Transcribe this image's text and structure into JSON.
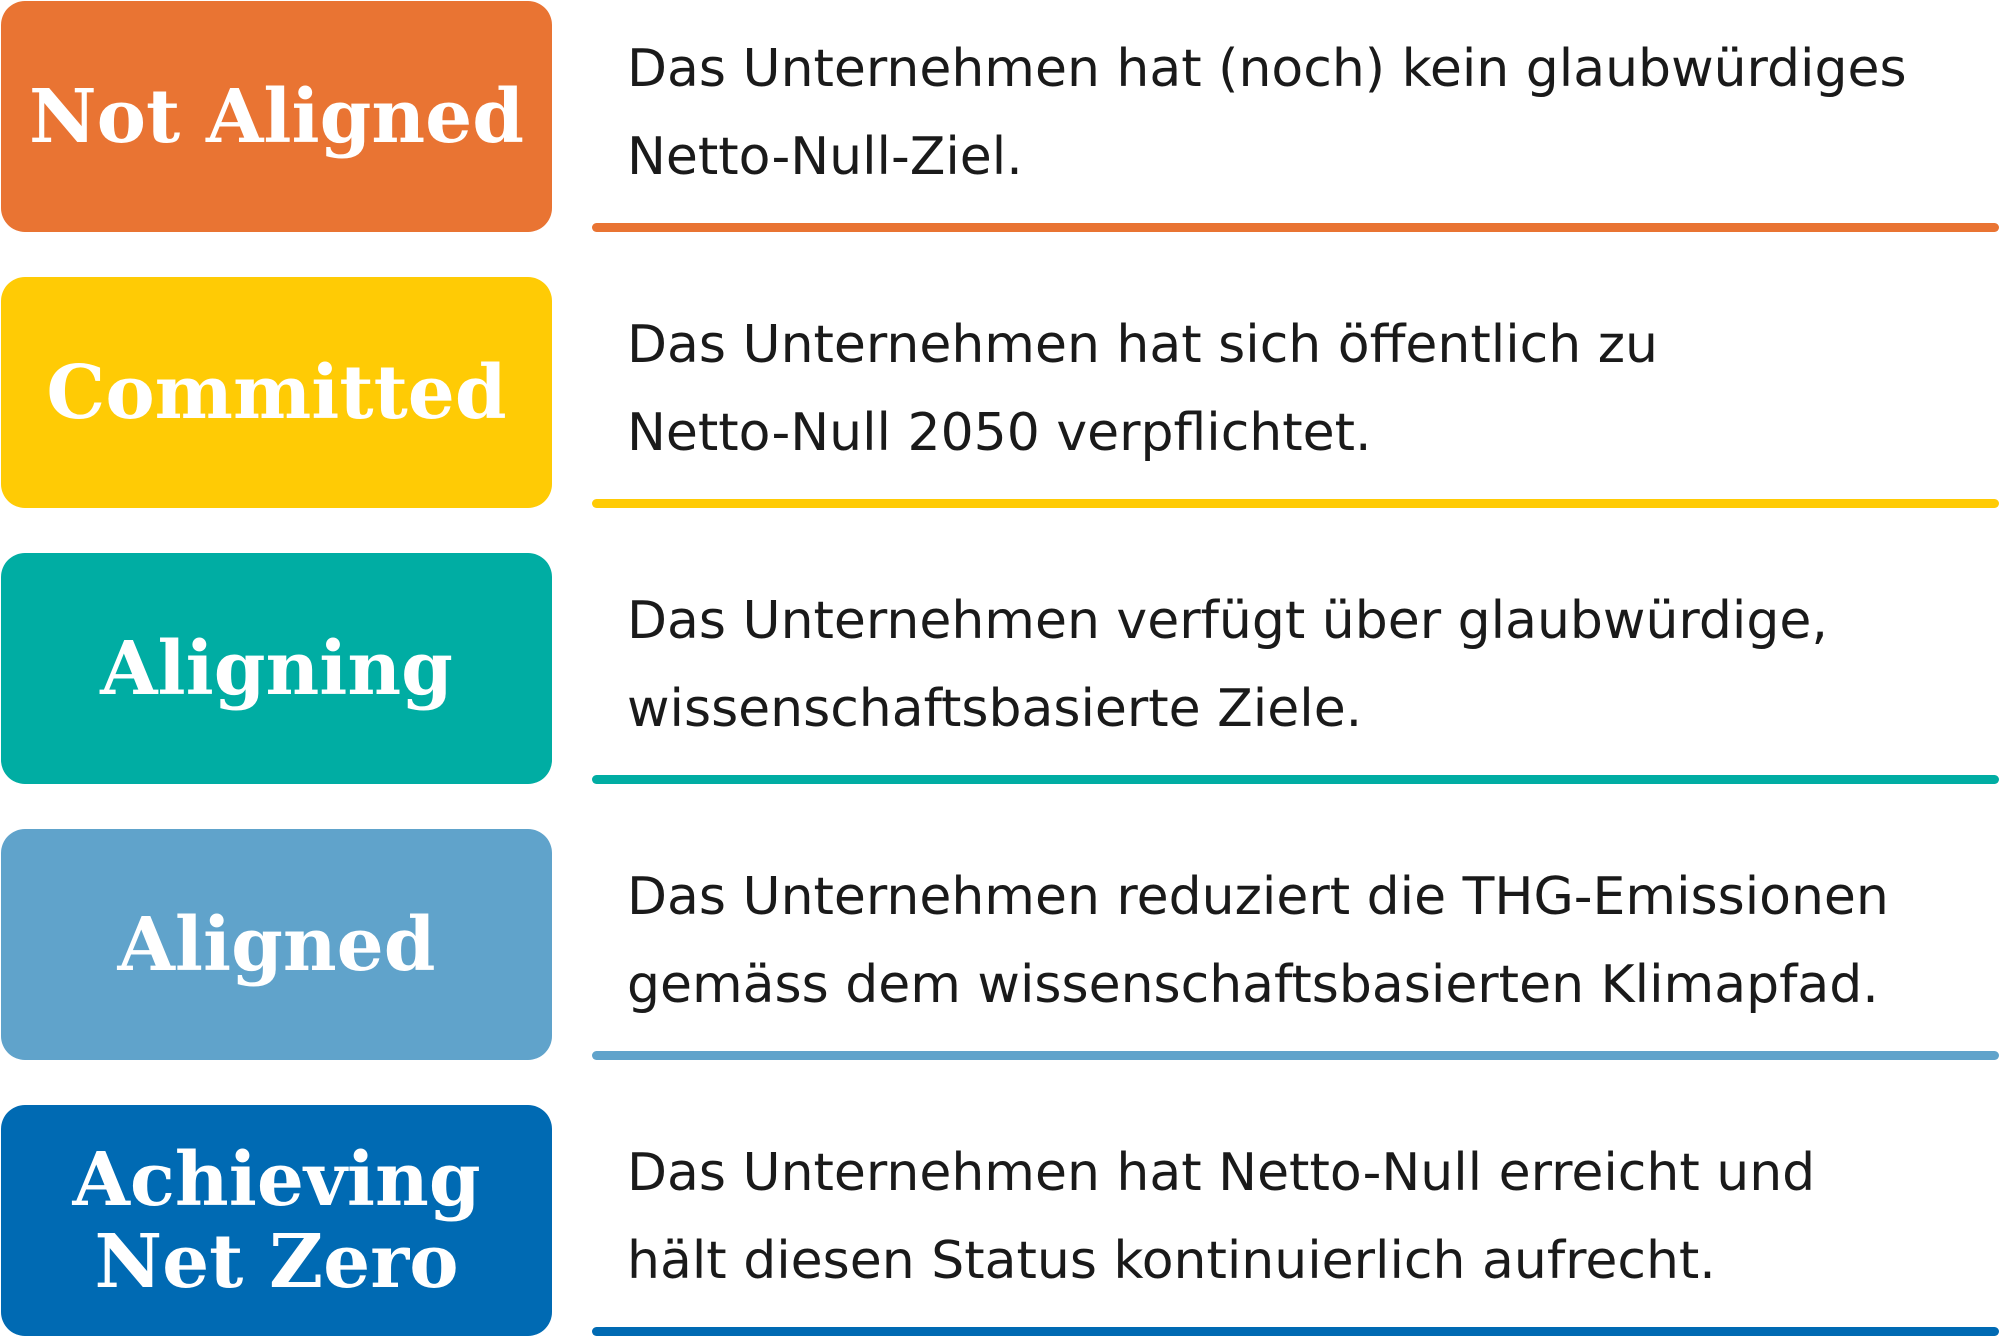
{
  "levels": [
    {
      "label": "Not Aligned",
      "color": "#E97433",
      "description": [
        "Das Unternehmen hat (noch) kein glaubwürdiges",
        "Netto-Null-Ziel."
      ]
    },
    {
      "label": "Committed",
      "color": "#FFCB05",
      "description": [
        "Das Unternehmen hat sich öffentlich zu",
        "Netto-Null 2050 verpflichtet."
      ]
    },
    {
      "label": "Aligning",
      "color": "#00ADA3",
      "description": [
        "Das Unternehmen verfügt über glaubwürdige,",
        "wissenschaftsbasierte Ziele."
      ]
    },
    {
      "label": "Aligned",
      "color": "#60A3CB",
      "description": [
        "Das Unternehmen reduziert die THG-Emissionen",
        "gemäss dem wissenschaftsbasierten Klimapfad."
      ]
    },
    {
      "label": "Achieving\nNet Zero",
      "color": "#006AB3",
      "description": [
        "Das Unternehmen hat Netto-Null erreicht und",
        "hält diesen Status kontinuierlich aufrecht."
      ]
    }
  ]
}
